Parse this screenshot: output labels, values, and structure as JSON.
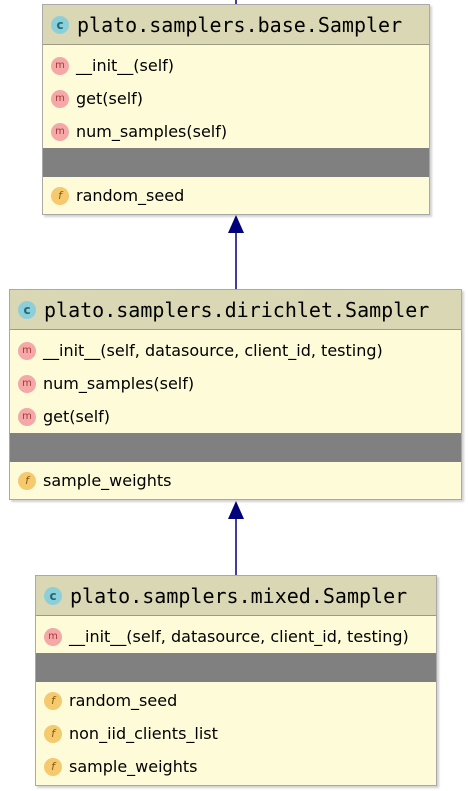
{
  "classes": [
    {
      "title": "plato.samplers.base.Sampler",
      "methods": [
        "__init__(self)",
        "get(self)",
        "num_samples(self)"
      ],
      "fields": [
        "random_seed"
      ]
    },
    {
      "title": "plato.samplers.dirichlet.Sampler",
      "methods": [
        "__init__(self, datasource, client_id, testing)",
        "num_samples(self)",
        "get(self)"
      ],
      "fields": [
        "sample_weights"
      ]
    },
    {
      "title": "plato.samplers.mixed.Sampler",
      "methods": [
        "__init__(self, datasource, client_id, testing)"
      ],
      "fields": [
        "random_seed",
        "non_iid_clients_list",
        "sample_weights"
      ]
    }
  ],
  "badges": {
    "class": "c",
    "method": "m",
    "field": "f"
  },
  "colors": {
    "header_bg": "#dad8b4",
    "body_bg": "#fefbd8",
    "separator": "#808080",
    "arrow": "#00007a"
  }
}
